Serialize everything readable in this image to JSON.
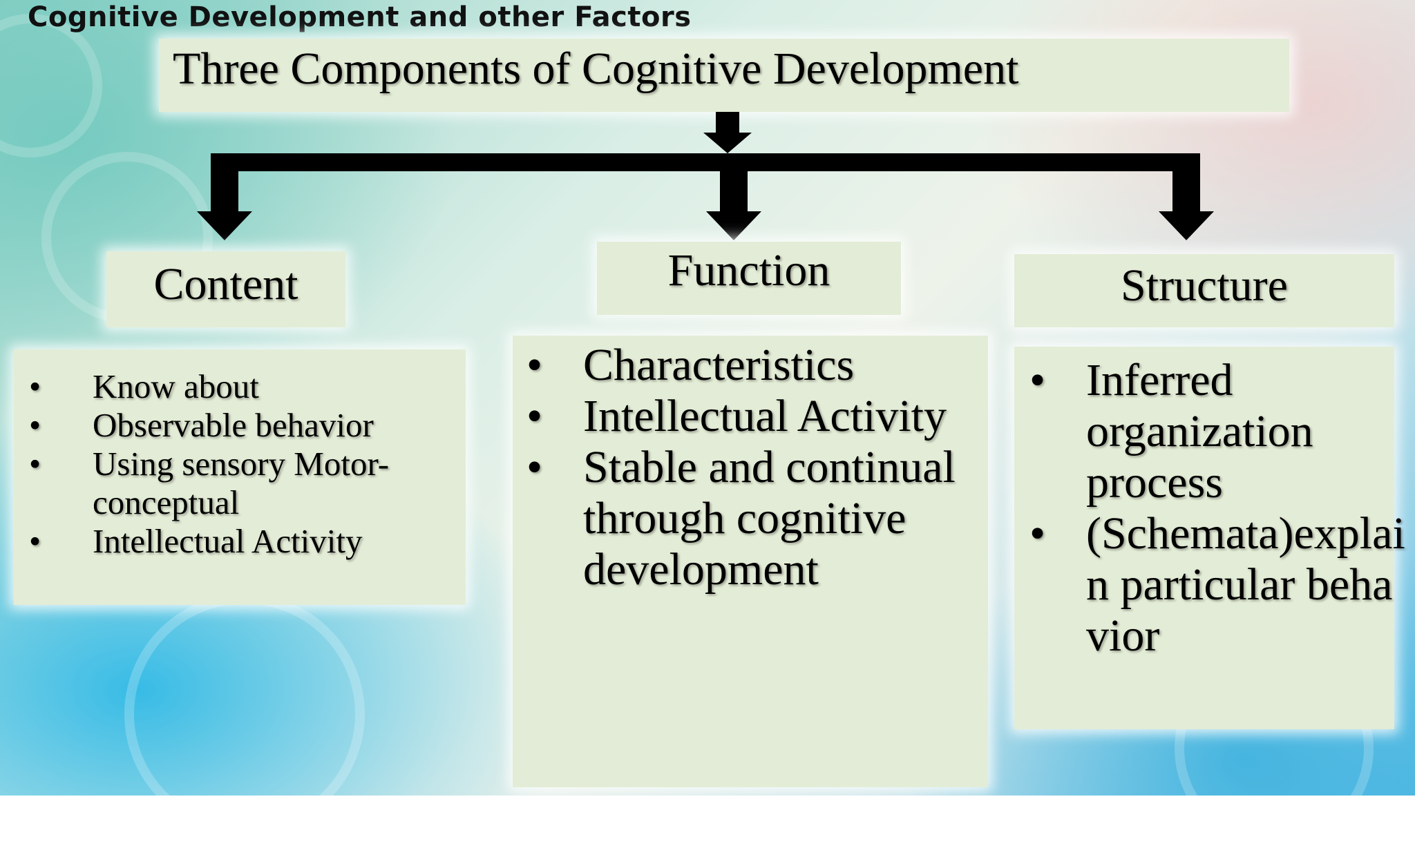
{
  "header": {
    "title": "Cognitive Development and other Factors"
  },
  "diagram": {
    "title": "Three Components of Cognitive Development",
    "content": {
      "title": "Content",
      "items": [
        "Know about",
        "Observable behavior",
        "Using sensory Motor-conceptual",
        "Intellectual Activity"
      ]
    },
    "function": {
      "title": "Function",
      "items": [
        "Characteristics",
        "Intellectual Activity",
        "Stable and continual through cognitive development"
      ]
    },
    "structure": {
      "title": "Structure",
      "items": [
        "Inferred organization process",
        "(Schemata)explain particular behavior"
      ]
    }
  },
  "bullet_glyph": "•",
  "colors": {
    "box_fill": "#e3ecd6",
    "arrow": "#000000"
  }
}
